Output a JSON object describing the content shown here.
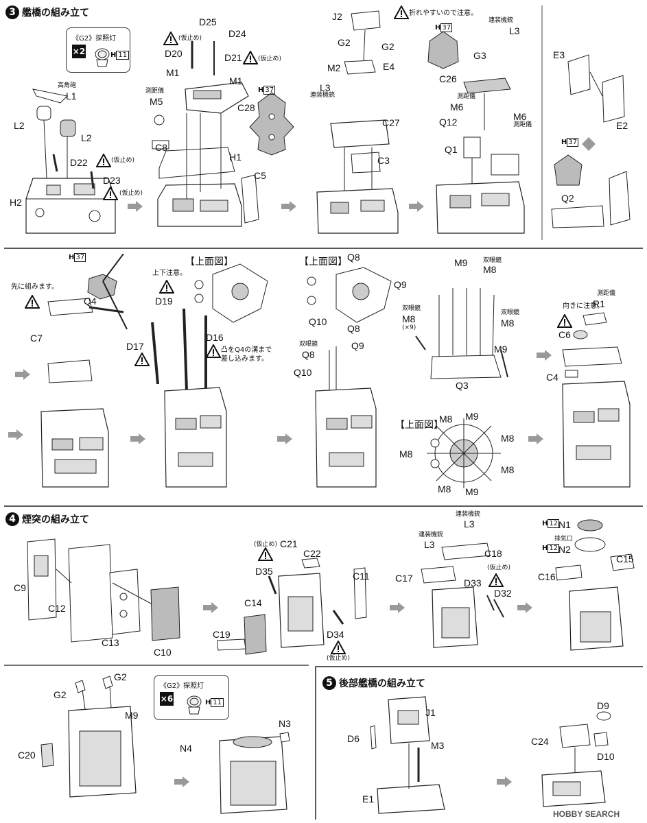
{
  "steps": {
    "s3": {
      "num": "3",
      "title": "艦橋の組み立て"
    },
    "s4": {
      "num": "4",
      "title": "煙突の組み立て"
    },
    "s5": {
      "num": "5",
      "title": "後部艦橋の組み立て"
    }
  },
  "callouts": {
    "g2a": {
      "title": "《G2》探照灯",
      "qty": "×2",
      "h_prefix": "H",
      "h_num": "11"
    },
    "g2b": {
      "title": "《G2》探照灯",
      "qty": "×6",
      "h_prefix": "H",
      "h_num": "11"
    }
  },
  "notes": {
    "kariatome": "(仮止め)",
    "oreyasui": "折れやすいので注意。",
    "saki": "先に組みます。",
    "jouge": "上下注意。",
    "totsu1": "凸をQ4の溝まで",
    "totsu2": "差し込みます。",
    "muki": "向きに注意。",
    "joumenzu": "【上面図】",
    "kokakuho": "高角砲",
    "sokkyogi": "測距儀",
    "rensokikanju": "連装機銃",
    "sogankyo": "双眼鏡",
    "haikikou": "排気口",
    "times9": "(×9)"
  },
  "hrefs": {
    "h37": "37",
    "h12": "12",
    "h_letter": "H"
  },
  "labels": {
    "L1": "L1",
    "L2": "L2",
    "L3": "L3",
    "H1": "H1",
    "H2": "H2",
    "D16": "D16",
    "D17": "D17",
    "D19": "D19",
    "D20": "D20",
    "D21": "D21",
    "D22": "D22",
    "D23": "D23",
    "D24": "D24",
    "D25": "D25",
    "M1": "M1",
    "M2": "M2",
    "M3": "M3",
    "M5": "M5",
    "M6": "M6",
    "M8": "M8",
    "M9": "M9",
    "C3": "C3",
    "C4": "C4",
    "C5": "C5",
    "C6": "C6",
    "C7": "C7",
    "C8": "C8",
    "C26": "C26",
    "C27": "C27",
    "C28": "C28",
    "J1": "J1",
    "J2": "J2",
    "G2": "G2",
    "G3": "G3",
    "E1": "E1",
    "E2": "E2",
    "E3": "E3",
    "E4": "E4",
    "Q1": "Q1",
    "Q2": "Q2",
    "Q3": "Q3",
    "Q4": "Q4",
    "Q8": "Q8",
    "Q9": "Q9",
    "Q10": "Q10",
    "Q12": "Q12",
    "R1": "R1",
    "C9": "C9",
    "C10": "C10",
    "C11": "C11",
    "C12": "C12",
    "C13": "C13",
    "C14": "C14",
    "C15": "C15",
    "C16": "C16",
    "C17": "C17",
    "C18": "C18",
    "C19": "C19",
    "C20": "C20",
    "C21": "C21",
    "C22": "C22",
    "C24": "C24",
    "D6": "D6",
    "D9": "D9",
    "D10": "D10",
    "D32": "D32",
    "D33": "D33",
    "D34": "D34",
    "D35": "D35",
    "N1": "N1",
    "N2": "N2",
    "N3": "N3",
    "N4": "N4"
  },
  "watermark": "HOBBY SEARCH"
}
